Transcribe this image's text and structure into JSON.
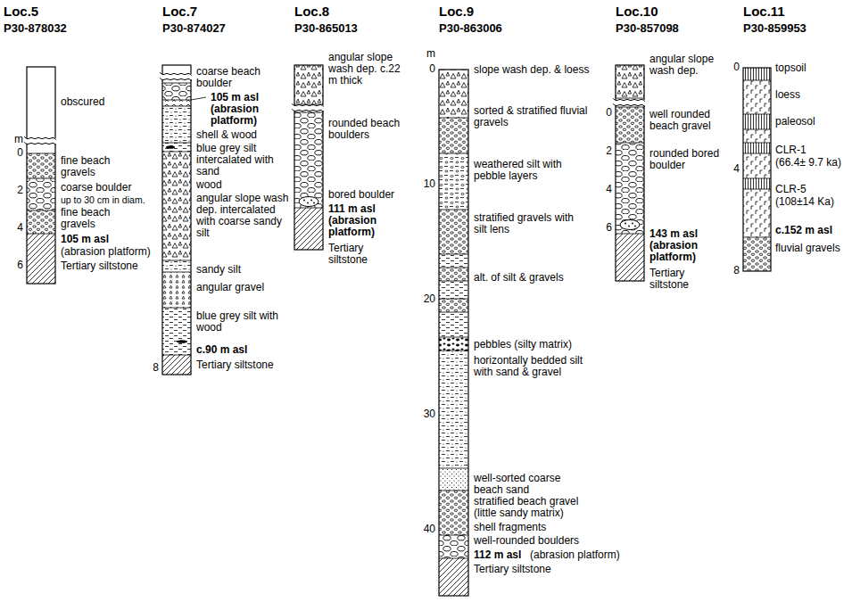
{
  "diagram": {
    "labels": [
      "Loc.5",
      "P30-878032",
      "m",
      "0",
      "obscured",
      "fine beach gravels",
      "2",
      "coarse boulder",
      "up to 30 cm in diam.",
      "4",
      "fine beach gravels",
      "105 m asl",
      "(abrasion platform)",
      "6",
      "Tertiary siltstone",
      "Loc.7",
      "P30-874027",
      "coarse beach boulder",
      "105 m asl (abrasion platform)",
      "shell & wood",
      "blue grey silt intercalated with sand",
      "wood",
      "angular slope wash dep. intercalated with coarse sandy silt",
      "sandy silt",
      "angular gravel",
      "blue grey silt with wood",
      "c.90 m asl",
      "8",
      "Tertiary siltstone",
      "Loc.8",
      "P30-865013",
      "angular slope wash dep. c.22 m thick",
      "rounded beach boulders",
      "bored boulder",
      "111 m asl (abrasion platform)",
      "Tertiary siltstone",
      "Loc.9",
      "P30-863006",
      "m",
      "0",
      "slope wash dep. & loess",
      "sorted & stratified fluvial gravels",
      "10",
      "weathered silt with pebble layers",
      "stratified gravels with silt lens",
      "20",
      "alt. of silt & gravels",
      "pebbles (silty matrix)",
      "30",
      "horizontally bedded silt with sand & gravel",
      "well-sorted coarse beach sand",
      "stratified beach gravel (little sandy matrix)",
      "shell fragments",
      "40",
      "well-rounded boulders",
      "112 m asl",
      "(abrasion platform)",
      "Tertiary siltstone",
      "Loc.10",
      "P30-857098",
      "angular slope wash dep.",
      "0",
      "well rounded beach gravel",
      "2",
      "rounded bored boulder",
      "4",
      "143 m asl (abrasion platform)",
      "6",
      "Tertiary siltstone",
      "Loc.11",
      "P30-859953",
      "0",
      "topsoil",
      "loess",
      "paleosol",
      "4",
      "CLR-1",
      "(66.4± 9.7 ka)",
      "CLR-5",
      "(108±14 Ka)",
      "c.152 m asl",
      "8",
      "fluvial gravels"
    ]
  }
}
